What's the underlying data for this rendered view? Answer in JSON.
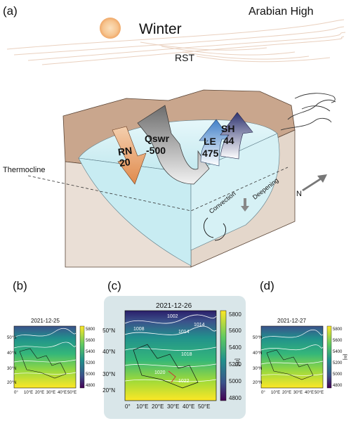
{
  "panel_a": {
    "label": "(a)",
    "season": "Winter",
    "pressure_system": "Arabian High",
    "wind": "RST",
    "thermocline": "Thermocline",
    "north": "N",
    "convection": "Convection",
    "deepening": "Deepening",
    "fluxes": [
      {
        "name": "RN",
        "value": "20",
        "color": "#e0955a"
      },
      {
        "name": "Qswr",
        "value": "-500",
        "color": "#9a9a9a"
      },
      {
        "name": "LE",
        "value": "475",
        "color": "#4f8fd0"
      },
      {
        "name": "SH",
        "value": "44",
        "color": "#3a3f7a"
      }
    ],
    "colors": {
      "water": "#cfeff4",
      "land": "#c7a58b",
      "sun": "#f6c48f"
    }
  },
  "maps": [
    {
      "label": "(b)",
      "date": "2021-12-25"
    },
    {
      "label": "(c)",
      "date": "2021-12-26",
      "unit": "[m]",
      "lat_ticks": [
        "50°N",
        "40°N",
        "30°N",
        "20°N"
      ],
      "lon_ticks": [
        "0°",
        "10°E",
        "20°E",
        "30°E",
        "40°E",
        "50°E"
      ],
      "cbar_ticks": [
        "5800",
        "5600",
        "5400",
        "5200",
        "5000",
        "4800"
      ],
      "contours": [
        "1002",
        "1014",
        "1008",
        "1018",
        "1020",
        "1022"
      ]
    },
    {
      "label": "(d)",
      "date": "2021-12-27"
    }
  ],
  "small_map": {
    "unit": "[m]",
    "lat_ticks": [
      "50°N",
      "40°N",
      "30°N",
      "20°N"
    ],
    "lon_ticks": [
      "0°",
      "10°E",
      "20°E",
      "30°E",
      "40°E",
      "50°E"
    ],
    "cbar_ticks": [
      "5800",
      "5600",
      "5400",
      "5200",
      "5000",
      "4800"
    ]
  }
}
